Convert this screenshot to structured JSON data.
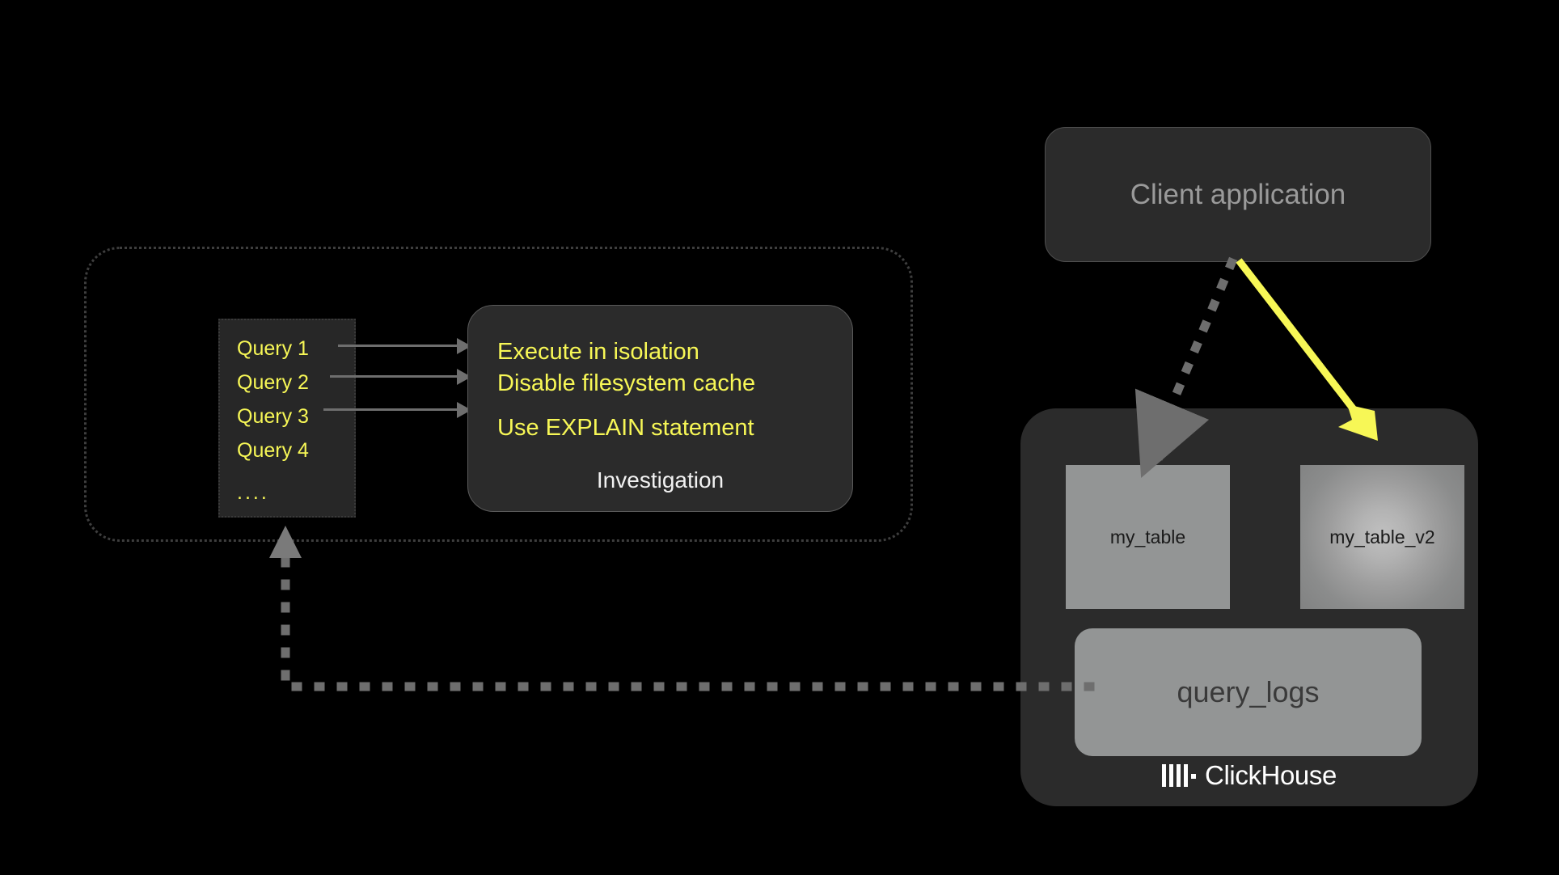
{
  "page": {
    "background_color": "#000000",
    "accent_yellow": "#f7f756",
    "panel_gray": "#2b2b2b",
    "table_gray": "#939595",
    "muted_text": "#9a9a9a"
  },
  "query_group": {
    "queries": [
      {
        "label": "Query 1"
      },
      {
        "label": "Query 2"
      },
      {
        "label": "Query 3"
      },
      {
        "label": "Query 4"
      },
      {
        "label": "...."
      }
    ]
  },
  "investigation": {
    "caption": "Investigation",
    "lines": [
      {
        "text": "Execute in isolation"
      },
      {
        "text": "Disable filesystem cache"
      },
      {
        "text": "Use EXPLAIN statement"
      }
    ]
  },
  "client": {
    "label": "Client application"
  },
  "clickhouse": {
    "brand": "ClickHouse",
    "tables": [
      {
        "name": "my_table",
        "style": "plain"
      },
      {
        "name": "my_table_v2",
        "style": "hot"
      }
    ],
    "logs": {
      "name": "query_logs"
    }
  },
  "connections": {
    "client_to_my_table": {
      "style": "dotted",
      "color": "#6e6e6e"
    },
    "client_to_my_table_v2": {
      "style": "solid",
      "color": "#f7f756"
    },
    "query_logs_to_queries": {
      "style": "dotted",
      "color": "#6e6e6e"
    },
    "queries_to_investigation": {
      "style": "solid",
      "color": "#6e6e6e",
      "count": 3
    }
  }
}
